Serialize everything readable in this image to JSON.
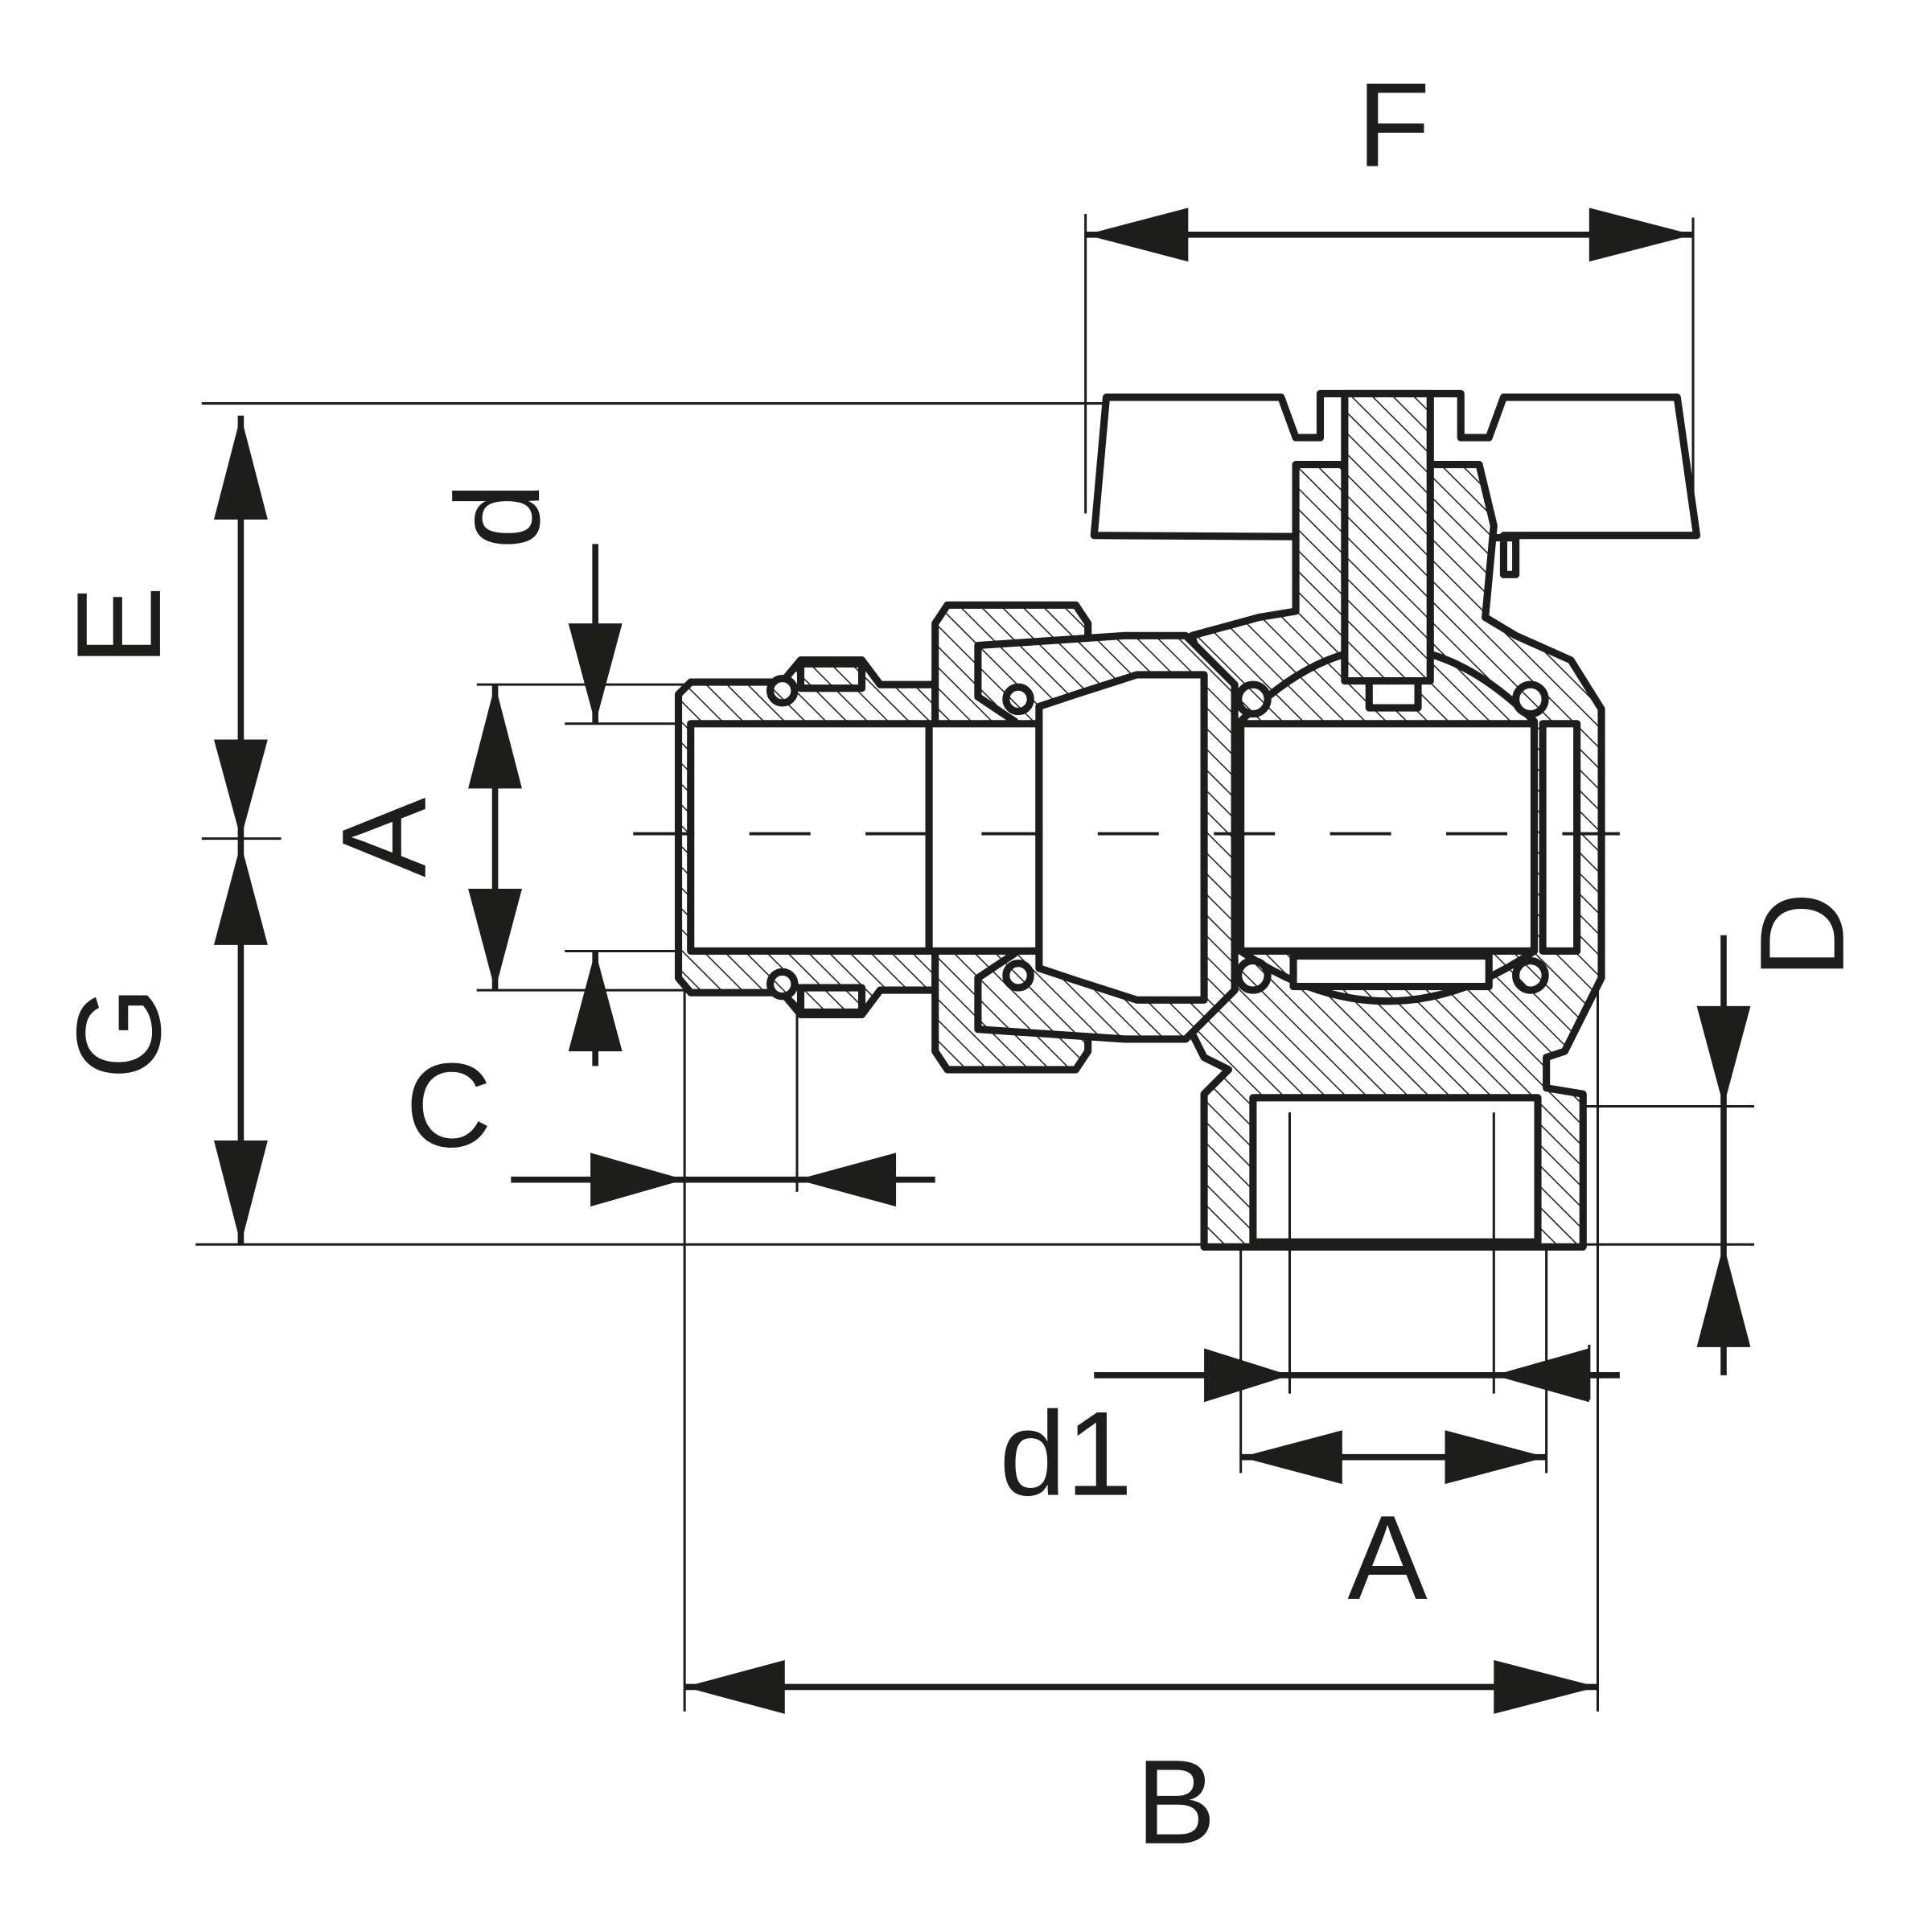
{
  "drawing": {
    "title": "Angle ball valve dimension drawing",
    "line_color": "#1d1d1b",
    "labels": {
      "F": "F",
      "E": "E",
      "G": "G",
      "d": "d",
      "A_left": "A",
      "C": "C",
      "D": "D",
      "d1": "d1",
      "A_bottom": "A",
      "B": "B"
    }
  }
}
